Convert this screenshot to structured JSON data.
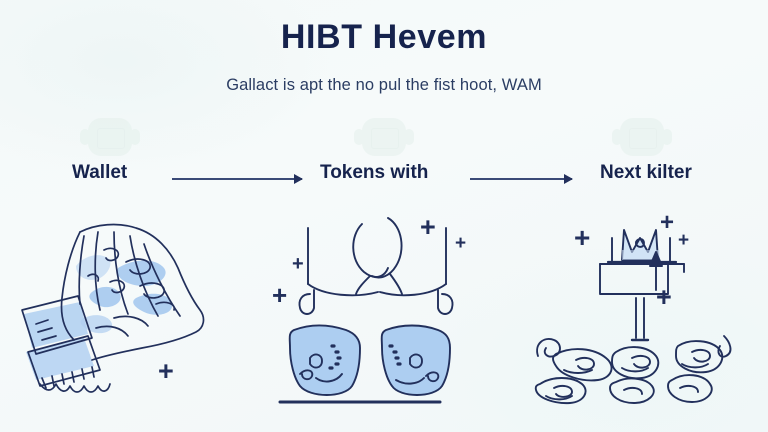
{
  "header": {
    "title": "HIBT Hevem",
    "subtitle": "Gallact is apt the no pul the fist hoot, WAM"
  },
  "colors": {
    "background": "#f4f9f9",
    "title_text": "#16234d",
    "subtitle_text": "#2b3d63",
    "ink_stroke": "#22305c",
    "sketch_fill": "#aaccf0",
    "arrow": "#3a4a77",
    "watermark": "#e4f0ec"
  },
  "steps": [
    {
      "label": "Wallet",
      "illustration_name": "cash-fan-sketch",
      "has_arrow_after": true,
      "sparkles": [
        "+"
      ]
    },
    {
      "label": "Tokens with",
      "illustration_name": "balance-scale-two-jars-sketch",
      "has_arrow_after": true,
      "sparkles": [
        "+",
        "+",
        "+",
        "+"
      ]
    },
    {
      "label": "Next kilter",
      "illustration_name": "crown-stamp-coins-sketch",
      "has_arrow_after": false,
      "sparkles": [
        "+",
        "+",
        "+",
        "+"
      ]
    }
  ],
  "watermarks": [
    {
      "name": "vr-headset-watermark"
    },
    {
      "name": "vr-headset-watermark"
    },
    {
      "name": "vr-headset-watermark"
    }
  ]
}
